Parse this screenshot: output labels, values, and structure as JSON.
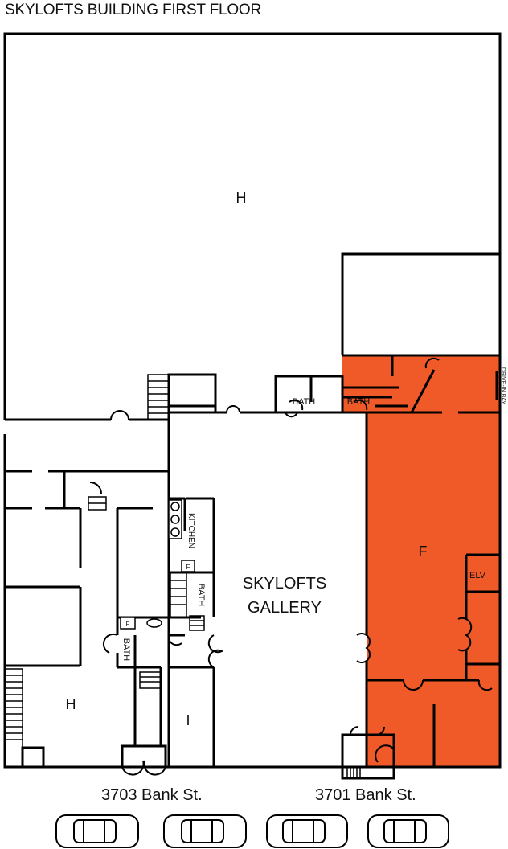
{
  "title": "SKYLOFTS BUILDING FIRST FLOOR",
  "rooms": {
    "h_large": "H",
    "h_small": "H",
    "f": "F",
    "i": "I",
    "gallery_line1": "SKYLOFTS",
    "gallery_line2": "GALLERY",
    "kitchen": "KITCHEN",
    "bath_top_left": "BATH",
    "bath_top_right": "BATH",
    "bath_mid": "BATH",
    "bath_left": "BATH",
    "elv": "ELV",
    "drive_in_bay": "DRIVE-IN BAY",
    "f_box_1": "F",
    "f_box_2": "F"
  },
  "addresses": {
    "left": "3703 Bank St.",
    "right": "3701 Bank St."
  },
  "colors": {
    "leased_unit": "#f05a28",
    "walls": "#000000",
    "background": "#ffffff"
  },
  "icons": [
    "car-icon",
    "stairs-icon",
    "door-icon",
    "toilet-icon",
    "stove-icon"
  ]
}
